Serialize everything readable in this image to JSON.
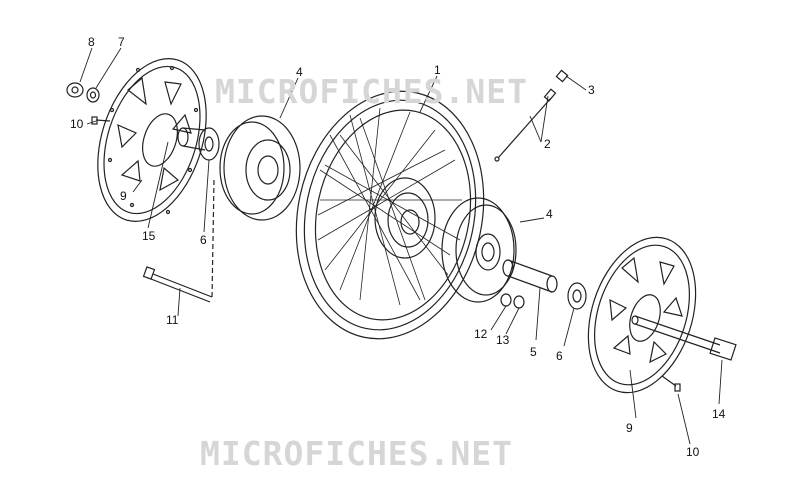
{
  "watermarks": [
    "MICROFICHES.NET",
    "MICROFICHES.NET"
  ],
  "callouts": [
    "8",
    "7",
    "4",
    "1",
    "3",
    "2",
    "10",
    "9",
    "15",
    "6",
    "4",
    "11",
    "12",
    "13",
    "5",
    "6",
    "9",
    "10",
    "14"
  ],
  "colors": {
    "line": "#222222",
    "watermark": "#d6d6d6",
    "background": "#ffffff"
  }
}
